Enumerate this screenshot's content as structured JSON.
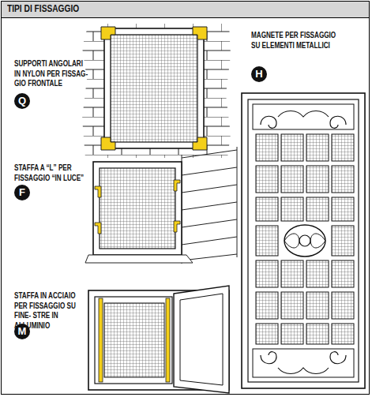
{
  "diagram": {
    "title": "TIPI DI FISSAGGIO",
    "labels": [
      "SUPPORTI ANGOLARI IN NYLON PER FISSAG- GIO FRONTALE",
      "Q",
      "MAGNETE PER FISSAGGIO SU ELEMENTI METALLICI",
      "H",
      "STAFFA A “L” PER FISSAGGIO “IN LUCE”",
      "F",
      "STAFFA IN ACCIAIO PER FISSAGGIO SU FINE- STRE IN ALLUMINIO",
      "M"
    ]
  }
}
